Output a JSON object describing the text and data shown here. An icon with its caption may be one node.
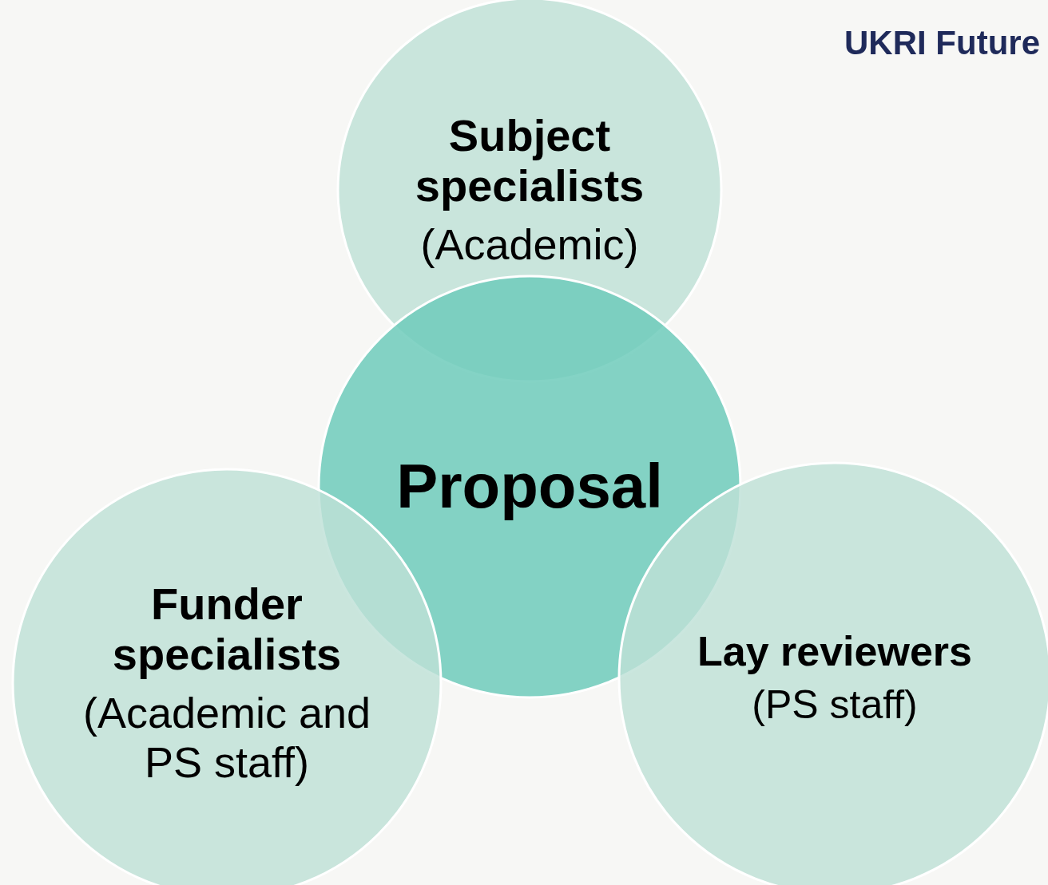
{
  "diagram": {
    "nodes": [
      {
        "text": [
          "Subject specialists",
          "(Academic)"
        ]
      },
      {
        "text": [
          "Proposal"
        ]
      },
      {
        "text": [
          "Funder specialists",
          "(Academic and PS staff)"
        ]
      },
      {
        "text": [
          "Lay reviewers",
          "(PS staff)"
        ]
      }
    ],
    "edges": [],
    "labels": [
      "UKRI Future"
    ]
  }
}
